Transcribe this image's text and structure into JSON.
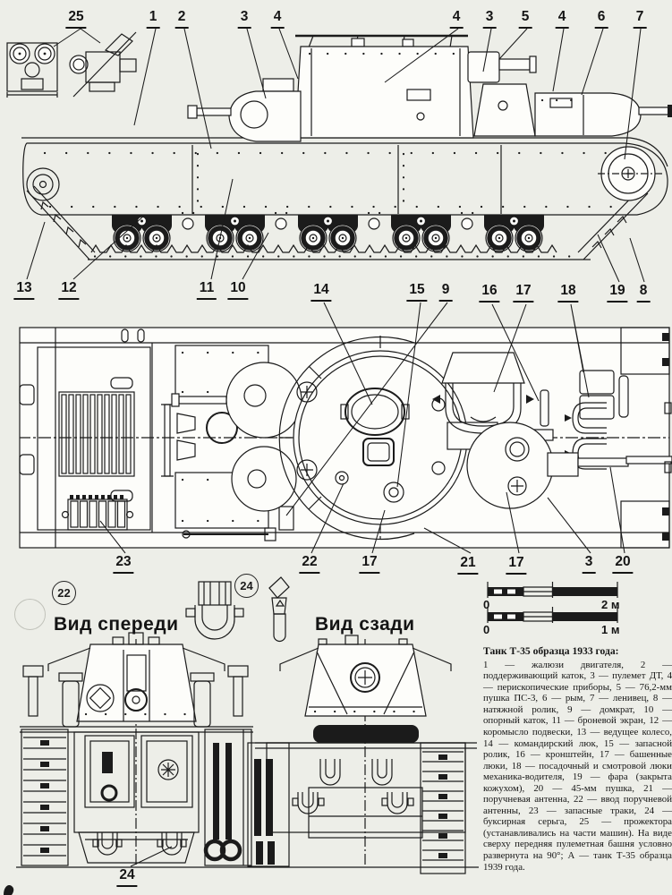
{
  "colors": {
    "ink": "#1b1b1b",
    "paper": "#edeee8"
  },
  "views": {
    "front_label": "Вид спереди",
    "rear_label": "Вид сзади"
  },
  "scale": {
    "bar1": {
      "start": "0",
      "end": "2 м"
    },
    "bar2": {
      "start": "0",
      "end": "1 м"
    }
  },
  "callouts": {
    "top_row": [
      "25",
      "1",
      "2",
      "3",
      "4",
      "4",
      "3",
      "5",
      "4",
      "6",
      "7"
    ],
    "mid_row": [
      "13",
      "12",
      "11",
      "10",
      "14",
      "15",
      "9",
      "16",
      "17",
      "18",
      "19",
      "8"
    ],
    "bottom_row": [
      "23",
      "22",
      "17",
      "21",
      "17",
      "3",
      "20"
    ],
    "circled": [
      "22",
      "24"
    ],
    "front_view": "24"
  },
  "legend": {
    "title": "Танк Т-35 образца 1933 года:",
    "body": "1 — жалюзи двигателя, 2 — поддерживающий каток, 3 — пулемет ДТ, 4 — перископические приборы, 5 — 76,2-мм пушка ПС-3, 6 — рым, 7 — ленивец, 8 — натяжной ролик, 9 — домкрат, 10 — опорный каток, 11 — броневой экран, 12 — коромысло подвески, 13 — ведущее колесо, 14 — командирский люк, 15 — запасной ролик, 16 — кронштейн, 17 — башенные люки, 18 — посадочный и смотровой люки механика-водителя, 19 — фара (закрыта кожухом), 20 — 45-мм пушка, 21 — поручневая антенна, 22 — ввод поручневой антенны, 23 — запасные траки, 24 — буксирная серьга, 25 — прожектора (устанавливались на части машин). На виде сверху передняя пулеметная башня условно развернута на 90°; А — танк Т-35 образца 1939 года."
  }
}
